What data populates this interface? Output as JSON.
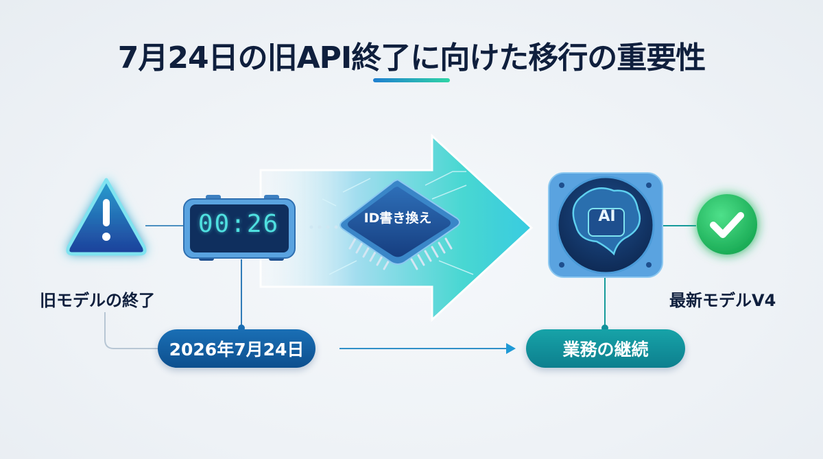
{
  "title": "7月24日の旧API終了に向けた移行の重要性",
  "colors": {
    "title_text": "#0f1f3d",
    "underline_start": "#1f7fd0",
    "underline_end": "#2fd4a6",
    "arrow_start": "#e6f4fb",
    "arrow_end": "#2fd8c4",
    "date_pill": "#0d5a9e",
    "business_pill": "#12939c",
    "check_green": "#22c46a",
    "warning_blue": "#1f4fa8"
  },
  "nodes": {
    "warning": {
      "icon": "warning-icon",
      "label": "旧モデルの終了"
    },
    "clock": {
      "icon": "digital-clock-icon",
      "display": "00:26"
    },
    "chip": {
      "icon": "chip-icon",
      "label": "ID書き換え"
    },
    "ai": {
      "icon": "ai-brain-icon",
      "label": "AI"
    },
    "check": {
      "icon": "check-icon",
      "label": "最新モデルV4"
    }
  },
  "pills": {
    "date": "2026年7月24日",
    "business": "業務の継続"
  }
}
